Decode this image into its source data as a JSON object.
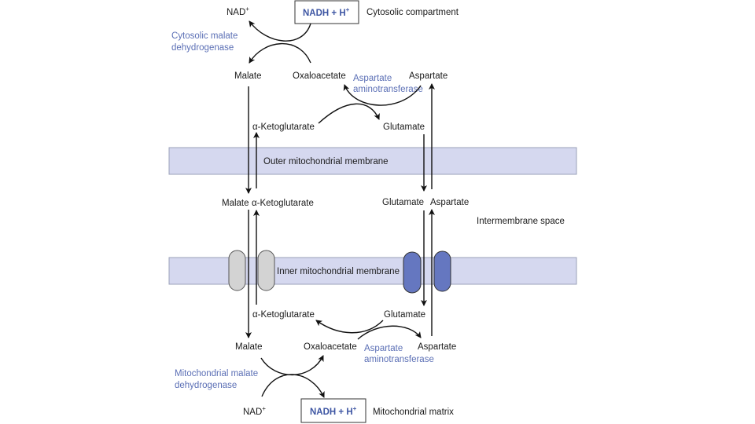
{
  "colors": {
    "membrane_fill": "#d5d8ef",
    "membrane_stroke": "#9aa0b8",
    "carrier_gray": "#d3d3d3",
    "carrier_blue": "#6577c0",
    "enzyme_text": "#5b6fb5",
    "nadh_text": "#3e56a3"
  },
  "compartments": {
    "cytosol": "Cytosolic compartment",
    "intermembrane": "Intermembrane space",
    "matrix": "Mitochondrial matrix"
  },
  "membranes": {
    "outer": "Outer mitochondrial membrane",
    "inner": "Inner mitochondrial membrane"
  },
  "cytosol": {
    "nad": "NAD",
    "nadh": "NADH + H",
    "plus": "+",
    "enzyme_mdh_line1": "Cytosolic malate",
    "enzyme_mdh_line2": "dehydrogenase",
    "malate": "Malate",
    "oxaloacetate": "Oxaloacetate",
    "aspartate": "Aspartate",
    "enzyme_ast_line1": "Aspartate",
    "enzyme_ast_line2": "aminotransferase",
    "akg": "α-Ketoglutarate",
    "glutamate": "Glutamate"
  },
  "intermembrane": {
    "malate": "Malate",
    "akg": "α-Ketoglutarate",
    "glutamate": "Glutamate",
    "aspartate": "Aspartate"
  },
  "matrix": {
    "akg": "α-Ketoglutarate",
    "glutamate": "Glutamate",
    "malate": "Malate",
    "oxaloacetate": "Oxaloacetate",
    "aspartate": "Aspartate",
    "enzyme_ast_line1": "Aspartate",
    "enzyme_ast_line2": "aminotransferase",
    "enzyme_mdh_line1": "Mitochondrial malate",
    "enzyme_mdh_line2": "dehydrogenase",
    "nad": "NAD",
    "nadh": "NADH + H",
    "plus": "+"
  }
}
